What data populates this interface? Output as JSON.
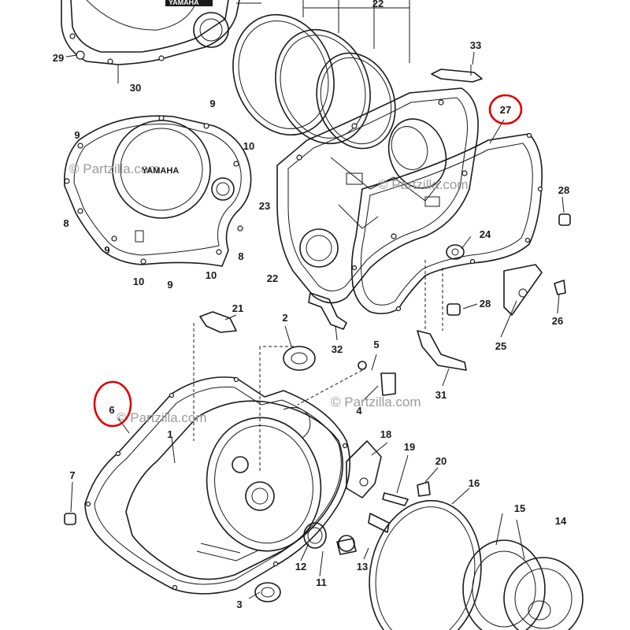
{
  "watermark": "© Partzilla.com",
  "brand_text": "YAMAHA",
  "highlight_color": "#e00000",
  "line_color": "#1a1a1a",
  "parts": [
    {
      "id": "p1",
      "number": "1"
    },
    {
      "id": "p2",
      "number": "2"
    },
    {
      "id": "p3",
      "number": "3"
    },
    {
      "id": "p4",
      "number": "4"
    },
    {
      "id": "p5",
      "number": "5"
    },
    {
      "id": "p6",
      "number": "6",
      "highlighted": true
    },
    {
      "id": "p7",
      "number": "7"
    },
    {
      "id": "p8a",
      "number": "8"
    },
    {
      "id": "p8b",
      "number": "8"
    },
    {
      "id": "p9a",
      "number": "9"
    },
    {
      "id": "p9b",
      "number": "9"
    },
    {
      "id": "p9c",
      "number": "9"
    },
    {
      "id": "p9d",
      "number": "9"
    },
    {
      "id": "p10a",
      "number": "10"
    },
    {
      "id": "p10b",
      "number": "10"
    },
    {
      "id": "p10c",
      "number": "10"
    },
    {
      "id": "p11",
      "number": "11"
    },
    {
      "id": "p12",
      "number": "12"
    },
    {
      "id": "p13",
      "number": "13"
    },
    {
      "id": "p14",
      "number": "14"
    },
    {
      "id": "p15",
      "number": "15"
    },
    {
      "id": "p16",
      "number": "16"
    },
    {
      "id": "p18",
      "number": "18"
    },
    {
      "id": "p19",
      "number": "19"
    },
    {
      "id": "p20",
      "number": "20"
    },
    {
      "id": "p21",
      "number": "21"
    },
    {
      "id": "p22a",
      "number": "22"
    },
    {
      "id": "p22b",
      "number": "22"
    },
    {
      "id": "p23",
      "number": "23"
    },
    {
      "id": "p24",
      "number": "24"
    },
    {
      "id": "p25",
      "number": "25"
    },
    {
      "id": "p26",
      "number": "26"
    },
    {
      "id": "p27",
      "number": "27",
      "highlighted": true
    },
    {
      "id": "p28a",
      "number": "28"
    },
    {
      "id": "p28b",
      "number": "28"
    },
    {
      "id": "p29",
      "number": "29"
    },
    {
      "id": "p30",
      "number": "30"
    },
    {
      "id": "p31",
      "number": "31"
    },
    {
      "id": "p32",
      "number": "32"
    },
    {
      "id": "p33",
      "number": "33"
    }
  ]
}
